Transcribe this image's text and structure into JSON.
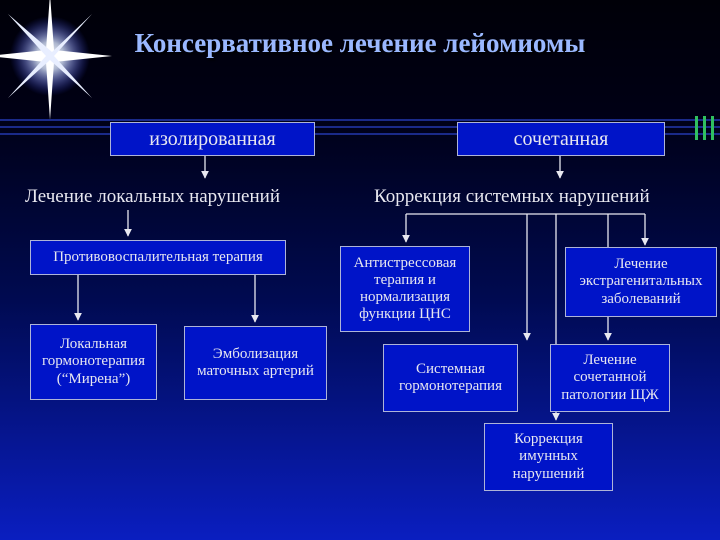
{
  "title": "Консервативное лечение лейомиомы",
  "nodes": {
    "isolated": "изолированная",
    "combined": "сочетанная",
    "local": "Лечение локальных нарушений",
    "systemic": "Коррекция системных нарушений",
    "anti_inflammatory": "Противовоспалительная терапия",
    "local_hormone": "Локальная гормонотерапия (“Мирена”)",
    "embolization": "Эмболизация маточных артерий",
    "antistress": "Антистрессовая терапия и нормализация функции ЦНС",
    "systemic_hormone": "Системная гормонотерапия",
    "extragenital": "Лечение экстрагенитальных заболеваний",
    "thyroid": "Лечение сочетанной патологии ЩЖ",
    "immune": "Коррекция имунных нарушений"
  }
}
